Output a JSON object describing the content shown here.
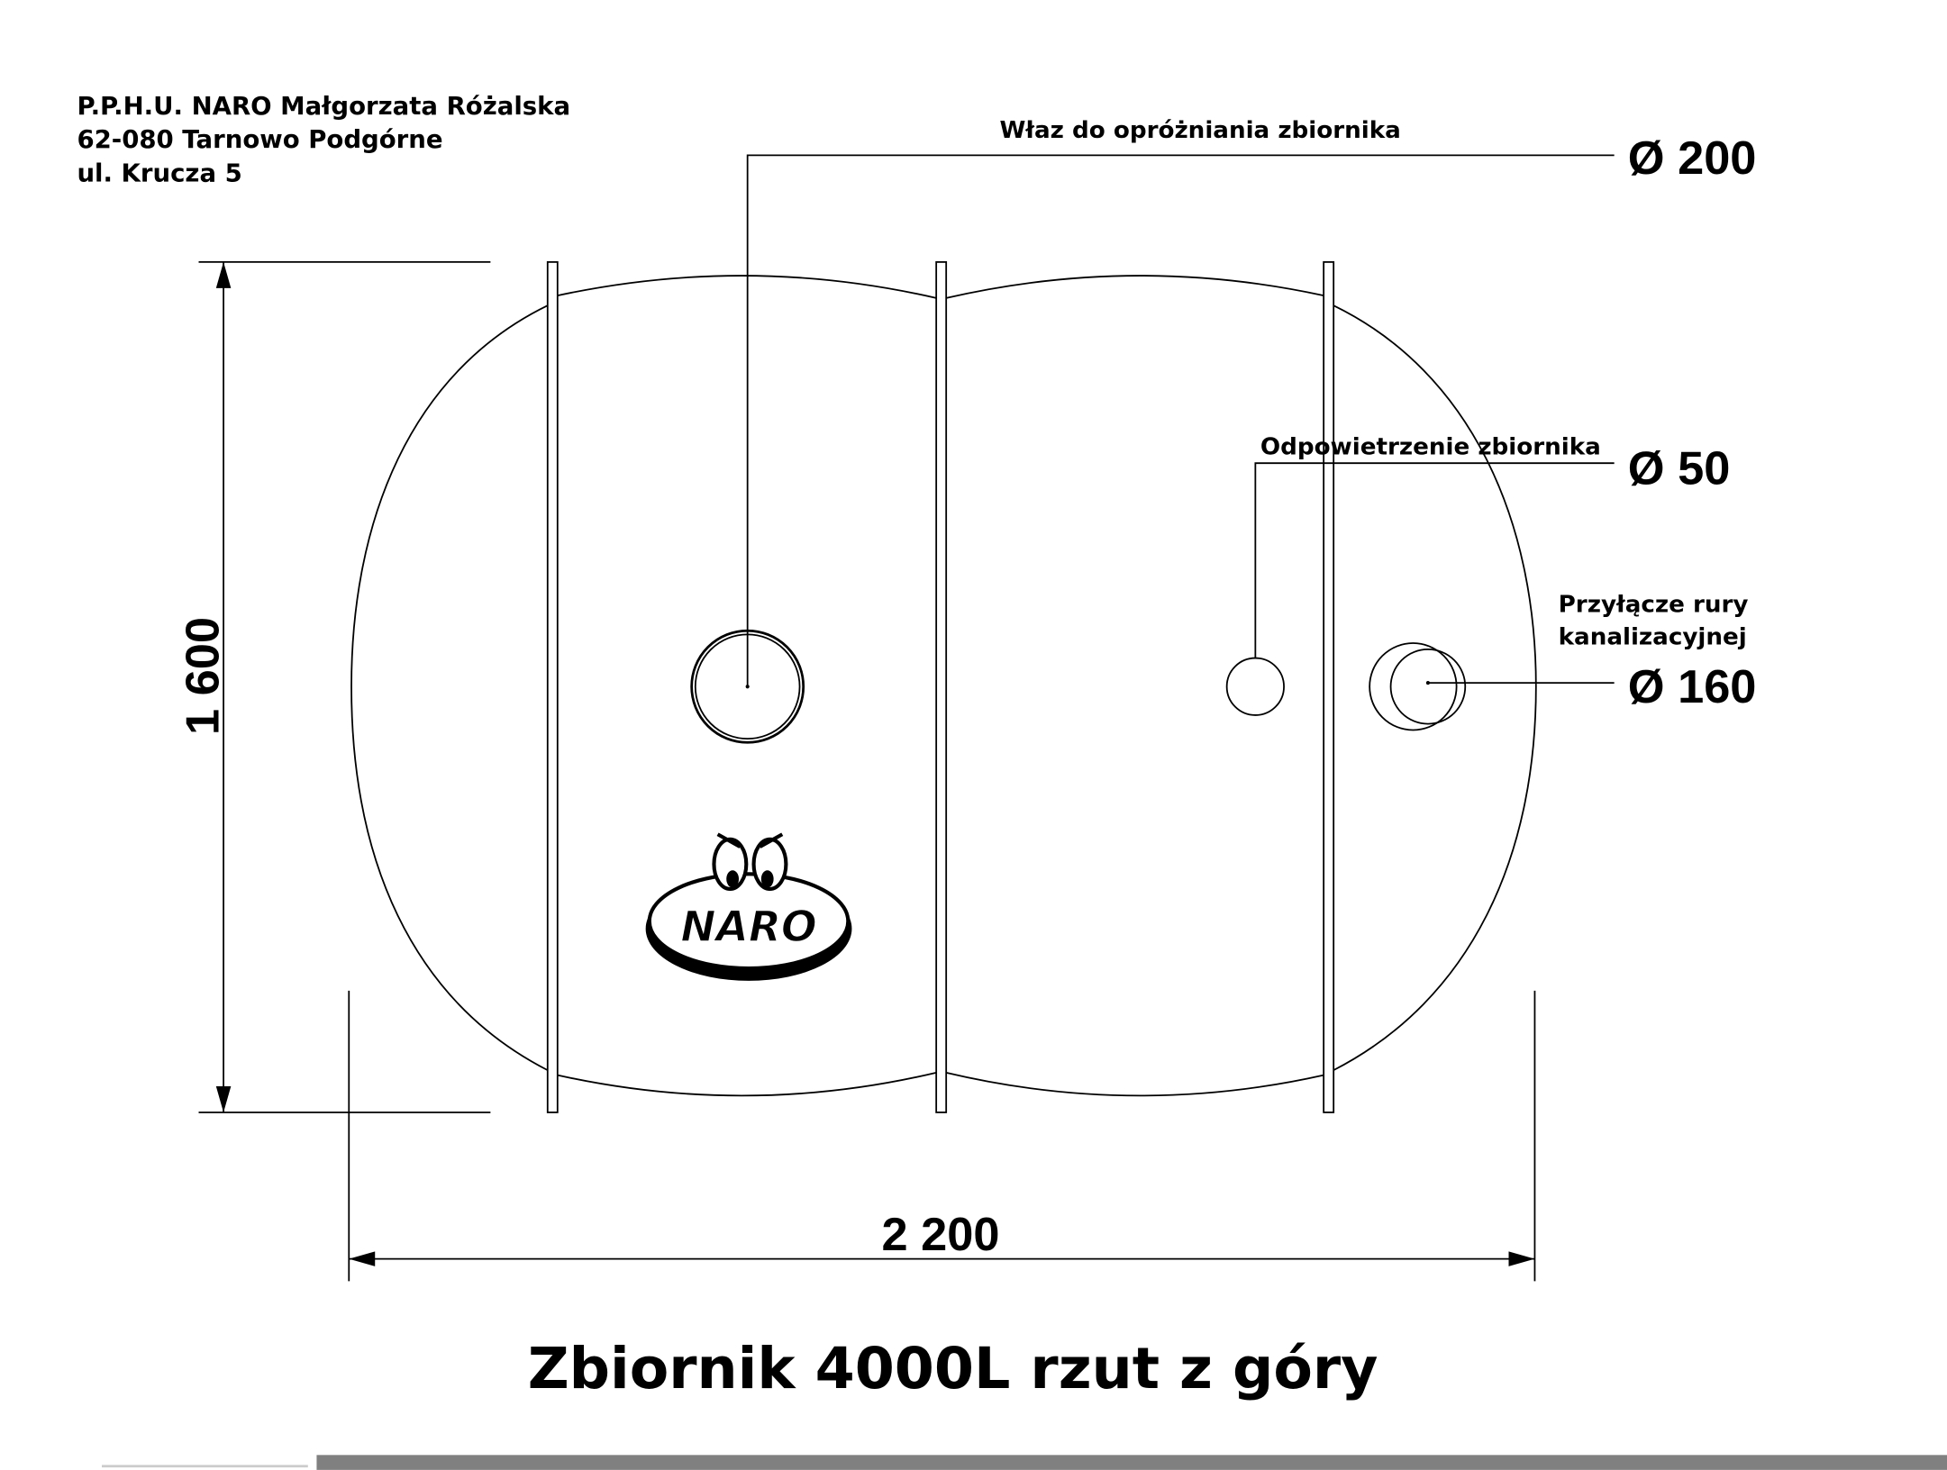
{
  "company": {
    "line1": "P.P.H.U. NARO Małgorzata Różalska",
    "line2": "62-080 Tarnowo Podgórne",
    "line3": "ul. Krucza 5"
  },
  "labels": {
    "manhole": "Właz do opróżniania zbiornika",
    "manhole_dia": "Ø 200",
    "vent": "Odpowietrzenie zbiornika",
    "vent_dia": "Ø 50",
    "inlet_line1": "Przyłącze rury",
    "inlet_line2": "kanalizacyjnej",
    "inlet_dia": "Ø 160"
  },
  "dimensions": {
    "height": "1 600",
    "width": "2 200"
  },
  "logo": {
    "text": "NARO"
  },
  "title": "Zbiornik 4000L rzut z góry"
}
